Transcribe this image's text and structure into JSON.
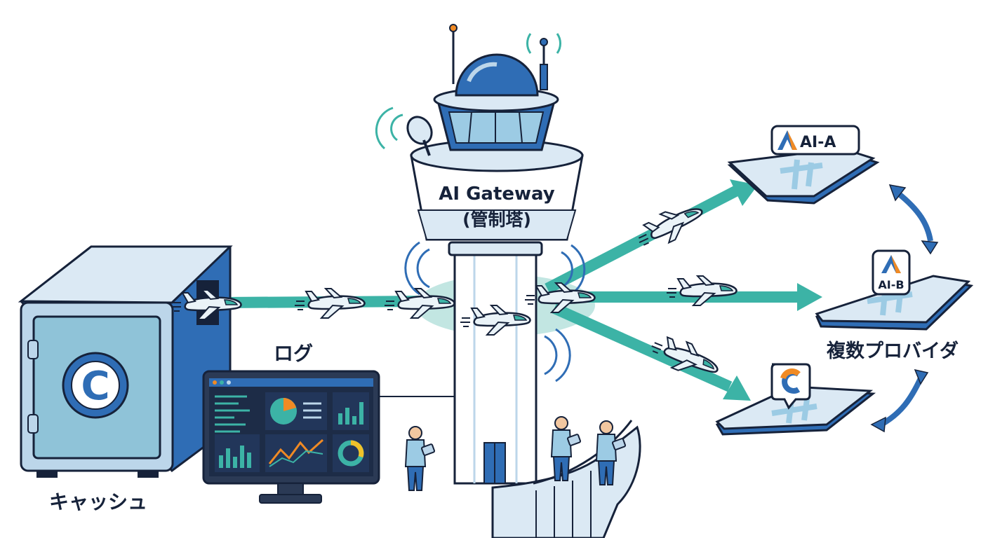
{
  "tower": {
    "title": "AI Gateway",
    "subtitle": "(管制塔)"
  },
  "cache": {
    "label": "キャッシュ",
    "logo_letter": "C"
  },
  "log": {
    "label": "ログ"
  },
  "providers": {
    "label": "複数プロバイダ",
    "items": [
      {
        "name": "AI-A",
        "logo": "a-logo-icon"
      },
      {
        "name": "AI-B",
        "logo": "a-logo-icon"
      },
      {
        "name": "",
        "logo": "c-logo-icon"
      }
    ]
  },
  "colors": {
    "navy": "#16223a",
    "blue": "#2f6db5",
    "light_blue": "#bcd6ea",
    "teal": "#3cb3a6",
    "orange": "#f08a24"
  }
}
